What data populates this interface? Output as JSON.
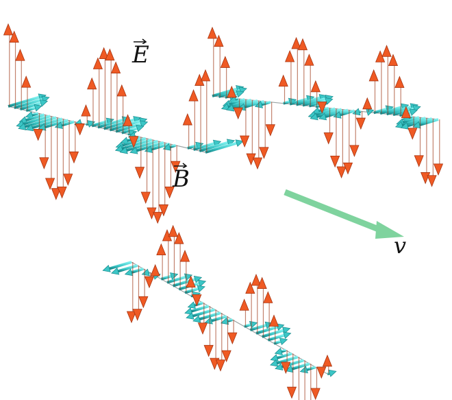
{
  "labels": {
    "electric": "E",
    "magnetic": "B",
    "velocity": "v"
  },
  "colors": {
    "electric": "#ef5a24",
    "electric_shadow": "#8a2a0a",
    "magnetic": "#3cc6c6",
    "magnetic_shadow": "#147f82",
    "velocity": "#7fd39e",
    "axis": "#9aa3a3"
  }
}
